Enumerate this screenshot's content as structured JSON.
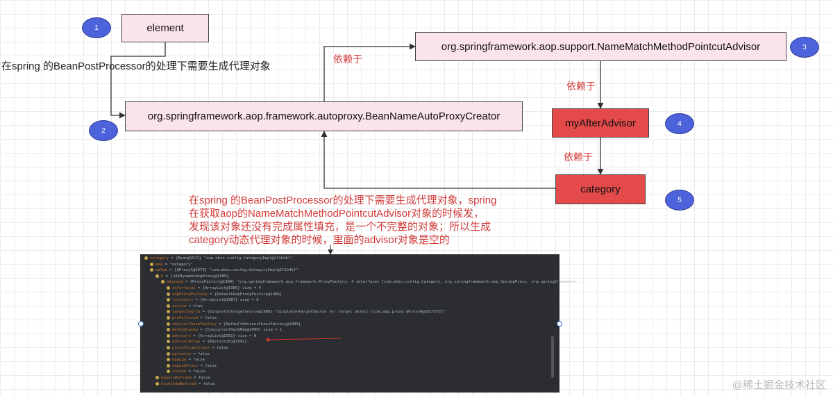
{
  "nodes": {
    "element": "element",
    "creator": "org.springframework.aop.framework.autoproxy.BeanNameAutoProxyCreator",
    "advisor": "org.springframework.aop.support.NameMatchMethodPointcutAdvisor",
    "after_advisor": "myAfterAdvisor",
    "category": "category"
  },
  "badges": [
    "1",
    "2",
    "3",
    "4",
    "5"
  ],
  "edge_labels": {
    "creator_to_advisor": "依赖于",
    "advisor_to_after": "依赖于",
    "after_to_category": "依赖于"
  },
  "notes": {
    "left": "在spring 的BeanPostProcessor的处理下需要生成代理对象",
    "red_lines": [
      "在spring 的BeanPostProcessor的处理下需要生成代理对象，spring",
      "在获取aop的NameMatchMethodPointcutAdvisor对象的时候发，",
      "发现该对象还没有完成属性填充，是一个不完整的对象；所以生成",
      "category动态代理对象的时候，里面的advisor对象是空的"
    ]
  },
  "debugger": {
    "rows": [
      {
        "depth": 0,
        "name": "category",
        "eq": " = {Bean@1971} \"com.ebin.config.CategoryImpl@2f1b4bf\""
      },
      {
        "depth": 1,
        "name": "key",
        "eq": " = \"category\""
      },
      {
        "depth": 1,
        "name": "value",
        "eq": " = {$Proxy1@1973} \"com.ebin.config.CategoryImpl@2f1b4bf\""
      },
      {
        "depth": 2,
        "name": "h",
        "eq": " = {JdkDynamicAopProxy@1989}"
      },
      {
        "depth": 3,
        "name": "advised",
        "eq": " = {ProxyFactory@1984} \"org.springframework.aop.framework.ProxyFactory: 4 interfaces [com.ebin.config.Category, org.springframework.aop.SpringProxy, org.springframework...\""
      },
      {
        "depth": 4,
        "name": "interfaces",
        "eq": " = {ArrayList@1985} size = 4"
      },
      {
        "depth": 4,
        "name": "aopProxyFactory",
        "eq": " = {DefaultAopProxyFactory@1986}"
      },
      {
        "depth": 4,
        "name": "listeners",
        "eq": " = {ArrayList@1987} size = 0"
      },
      {
        "depth": 4,
        "name": "active",
        "eq": " = true"
      },
      {
        "depth": 4,
        "name": "targetSource",
        "eq": " = {SingletonTargetSource@1988} \"SingletonTargetSource for target object [com.aop.proxy.$Proxy0@2d2f5f2]\""
      },
      {
        "depth": 4,
        "name": "preFiltered",
        "eq": " = false"
      },
      {
        "depth": 4,
        "name": "advisorChainFactory",
        "eq": " = {DefaultAdvisorChainFactory@1989}"
      },
      {
        "depth": 4,
        "name": "methodCache",
        "eq": " = {ConcurrentHashMap@1990} size = 1"
      },
      {
        "depth": 4,
        "name": "advisors",
        "eq": " = {ArrayList@1991} size = 0"
      },
      {
        "depth": 4,
        "name": "advisorArray",
        "eq": " = {Advisor[0]@1992}"
      },
      {
        "depth": 4,
        "name": "proxyTargetClass",
        "eq": " = false"
      },
      {
        "depth": 4,
        "name": "optimize",
        "eq": " = false"
      },
      {
        "depth": 4,
        "name": "opaque",
        "eq": " = false"
      },
      {
        "depth": 4,
        "name": "exposeProxy",
        "eq": " = false"
      },
      {
        "depth": 4,
        "name": "frozen",
        "eq": " = false"
      },
      {
        "depth": 2,
        "name": "equalsDefined",
        "eq": " = false"
      },
      {
        "depth": 2,
        "name": "hashCodeDefined",
        "eq": " = false"
      }
    ]
  },
  "watermark": "@稀土掘金技术社区",
  "colors": {
    "pink_node": "#fbe3ea",
    "red_node": "#e44a4a",
    "badge": "#4d63dc",
    "annotation": "#d23a3a"
  }
}
